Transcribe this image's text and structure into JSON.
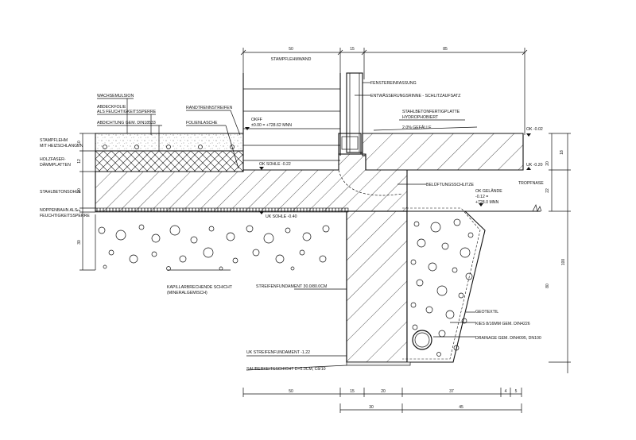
{
  "labels": {
    "stampflehmwand": "STAMPFLEHMWAND",
    "fenstereinfassung": "FENSTEREINFASSUNG",
    "entwaesserungsrinne": "ENTWÄSSERUNGSRINNE - SCHLITZAUFSATZ",
    "stahlbetonplatte": "STAHLBETONFERTIGPLATTE",
    "hydrophobiert": "HYDROPHOBIERT",
    "gefaelle": "2.0% GEFÄLLE",
    "ok_top": "OK -0.02",
    "uk_top": "UK -0.20",
    "tropfnase": "TROPFNASE",
    "wachsemulsion": "WACHSEMULSION",
    "abdeckfolie_1": "ABDECKFOLIE",
    "abdeckfolie_2": "ALS FEUCHTIGKEITSSPERRE",
    "abdichtung": "ABDICHTUNG GEM. DIN18533",
    "randtrennstreifen": "RANDTRENNSTREIFEN",
    "folienlasche": "FOLIENLASCHE",
    "okff_1": "OKFF",
    "okff_2": "±0.00 = +728.62 mNN",
    "ok_sohle": "OK SOHLE -0.22",
    "stampflehm_1": "STAMPFLEHM",
    "stampflehm_2": "MIT HEIZSCHLANGEN",
    "holzfaser_1": "HOLZFASER-",
    "holzfaser_2": "DÄMMPLATTEN",
    "stahlbetonsohle": "STAHLBETONSOHLE",
    "noppenbahn_1": "NOPPENBAHN ALS",
    "noppenbahn_2": "FEUCHTIGKEITSSPERRE",
    "uk_sohle": "UK SOHLE -0.40",
    "belueftung": "BELÜFTUNGSSCHLITZE",
    "ok_gelaende_1": "OK GELÄNDE",
    "ok_gelaende_2": "-0.12 =",
    "ok_gelaende_3": "+728.0 mNN",
    "kapillar_1": "KAPILLARBRECHENDE SCHICHT",
    "kapillar_2": "(MINERALGEMISCH)",
    "streifenfundament": "STREIFENFUNDAMENT 30.0/80.0cm",
    "geotextil": "GEOTEXTIL",
    "kies": "KIES 8/16mm GEM. DIN4226",
    "drainage": "DRAINAGE GEM. DIN4095, DN100",
    "uk_fundament": "UK STREIFENFUNDAMENT -1.22",
    "sauberkeit": "SAUBERKEITSSCHICHT d=5.0cm, C8/10"
  },
  "dimensions": {
    "top_50": "50",
    "top_15": "15",
    "top_85": "85",
    "bottom_50": "50",
    "bottom_15": "15",
    "bottom_20": "20",
    "bottom_37": "37",
    "bottom_4": "4",
    "bottom_5": "5",
    "bottom2_30": "30",
    "bottom2_45": "45",
    "left_10": "10",
    "left_12": "12",
    "left_20": "20",
    "left_2": "2",
    "left_30": "30",
    "right_18": "18",
    "right_20": "20",
    "right_22": "22",
    "right_80": "80",
    "right_100": "100"
  }
}
